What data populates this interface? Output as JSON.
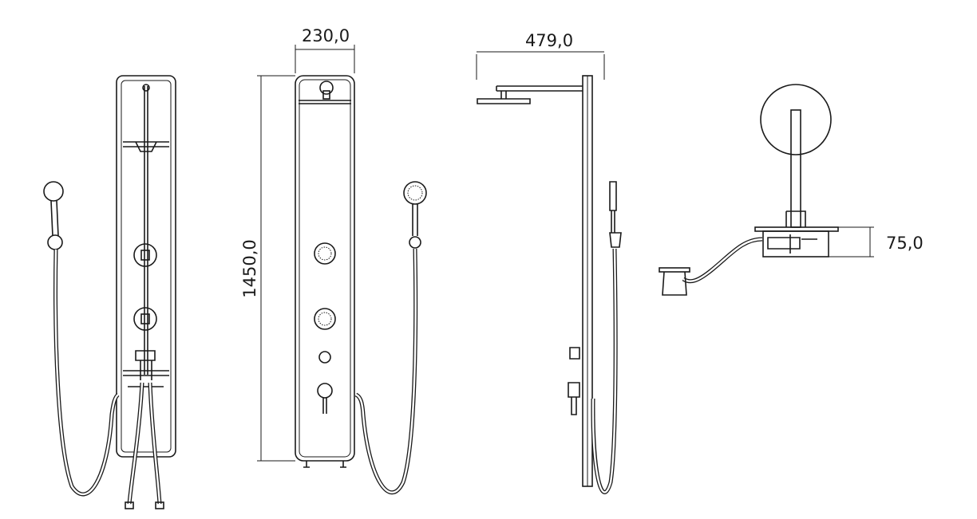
{
  "drawing": {
    "title": "Shower panel dimension drawing",
    "dimensions": {
      "width": "230,0",
      "height": "1450,0",
      "projection": "479,0",
      "depth": "75,0"
    },
    "line_color": "#1a1a1a",
    "background": "#ffffff"
  }
}
